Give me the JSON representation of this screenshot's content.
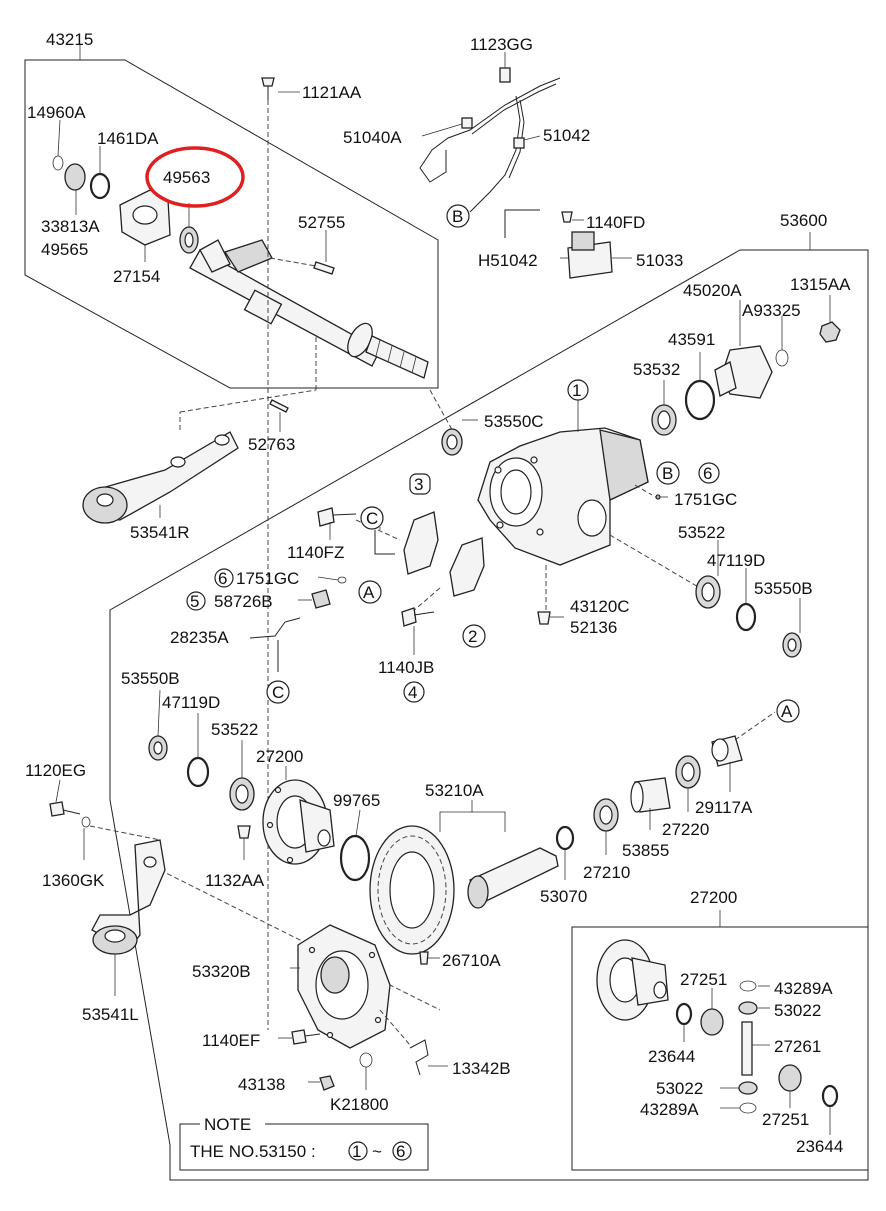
{
  "groups": {
    "shaft_group": "43215",
    "carrier_group": "53600",
    "diff_group": "27200"
  },
  "labels": {
    "l14960A": "14960A",
    "l1461DA": "1461DA",
    "l49563": "49563",
    "l33813A": "33813A",
    "l49565": "49565",
    "l27154": "27154",
    "l1121AA": "1121AA",
    "l52755": "52755",
    "l52763": "52763",
    "l53541R": "53541R",
    "l1123GG": "1123GG",
    "l51040A": "51040A",
    "l51042": "51042",
    "l1140FD": "1140FD",
    "lH51042": "H51042",
    "l51033": "51033",
    "l1315AA": "1315AA",
    "l45020A": "45020A",
    "lA93325": "A93325",
    "l43591": "43591",
    "l53532": "53532",
    "l53550C": "53550C",
    "l1751GC_a": "1751GC",
    "l53522_a": "53522",
    "l47119D_a": "47119D",
    "l53550B_a": "53550B",
    "l1140FZ": "1140FZ",
    "l1751GC_b": "1751GC",
    "l58726B": "58726B",
    "l28235A": "28235A",
    "l1140JB": "1140JB",
    "l43120C": "43120C",
    "l52136": "52136",
    "l53550B_b": "53550B",
    "l47119D_b": "47119D",
    "l53522_b": "53522",
    "l27200": "27200",
    "l99765": "99765",
    "l53210A": "53210A",
    "l1120EG": "1120EG",
    "l1360GK": "1360GK",
    "l1132AA": "1132AA",
    "l29117A": "29117A",
    "l27220": "27220",
    "l53855": "53855",
    "l27210": "27210",
    "l53070": "53070",
    "l53320B": "53320B",
    "l26710A": "26710A",
    "l53541L": "53541L",
    "l1140EF": "1140EF",
    "l13342B": "13342B",
    "l43138": "43138",
    "lK21800": "K21800",
    "l27251_a": "27251",
    "l43289A_a": "43289A",
    "l53022_a": "53022",
    "l23644_a": "23644",
    "l27261": "27261",
    "l53022_b": "53022",
    "l43289A_b": "43289A",
    "l27251_b": "27251",
    "l23644_b": "23644"
  },
  "markers": {
    "n1": "1",
    "n2": "2",
    "n3": "3",
    "n4": "4",
    "n5": "5",
    "n6a": "6",
    "n6b": "6",
    "A1": "A",
    "A2": "A",
    "B1": "B",
    "B2": "B",
    "C1": "C",
    "C2": "C"
  },
  "note": {
    "title": "NOTE",
    "text": "THE NO.53150 :",
    "from": "1",
    "tilde": "~",
    "to": "6"
  },
  "colors": {
    "highlight": "#e02020"
  }
}
